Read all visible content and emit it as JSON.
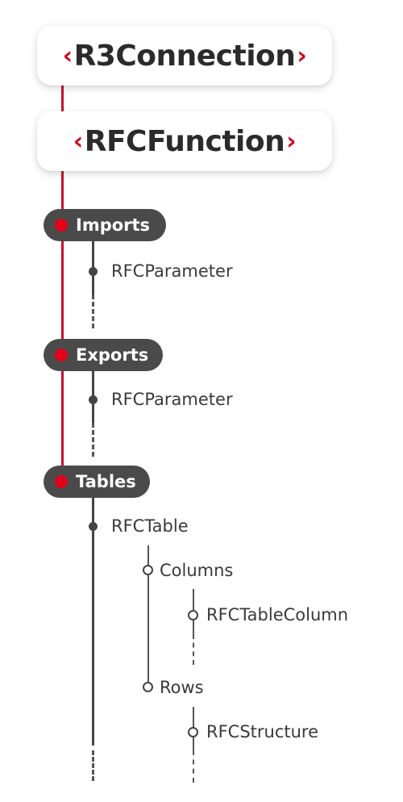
{
  "root": {
    "chevron_left": "‹",
    "chevron_right": "›",
    "title": "R3Connection"
  },
  "function": {
    "chevron_left": "‹",
    "chevron_right": "›",
    "title": "RFCFunction"
  },
  "sections": {
    "imports": {
      "label": "Imports",
      "child": "RFCParameter"
    },
    "exports": {
      "label": "Exports",
      "child": "RFCParameter"
    },
    "tables": {
      "label": "Tables",
      "child": "RFCTable",
      "columns": {
        "label": "Columns",
        "child": "RFCTableColumn"
      },
      "rows": {
        "label": "Rows",
        "child": "RFCStructure"
      }
    }
  },
  "colors": {
    "accent": "#d0021b",
    "trunk": "#c8102e",
    "pill_bg": "#4a4a4a",
    "text": "#3a3a3a"
  }
}
